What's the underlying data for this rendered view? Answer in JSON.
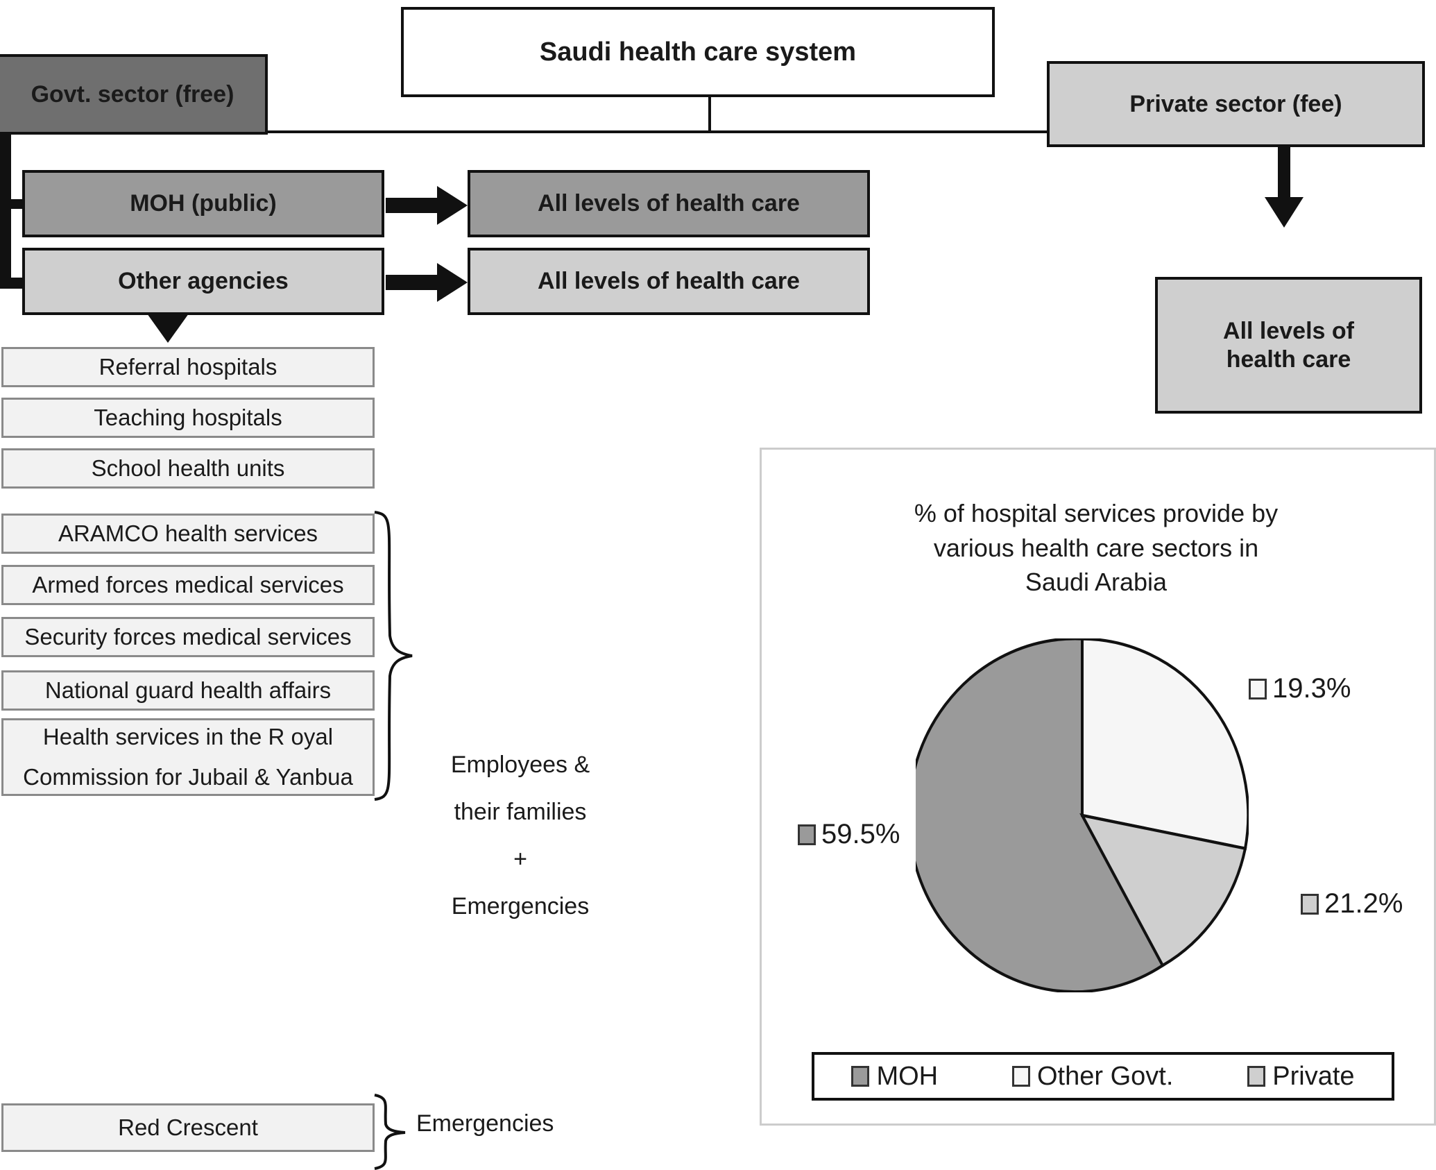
{
  "diagram": {
    "title": "Saudi health care system",
    "root": {
      "label": "Saudi health care system"
    },
    "branches": {
      "govt": {
        "label": "Govt. sector (free)"
      },
      "private": {
        "label": "Private sector (fee)"
      }
    },
    "govt_children": [
      {
        "label": "MOH (public)",
        "target": "All levels of health care"
      },
      {
        "label": "Other agencies",
        "target": "All levels of health care"
      }
    ],
    "private_target": {
      "label": "All levels of\nhealth care",
      "line1": "All levels of",
      "line2": "health care"
    },
    "moh_units": [
      {
        "label": "Referral hospitals"
      },
      {
        "label": "Teaching hospitals"
      },
      {
        "label": "School health units"
      }
    ],
    "other_agencies": [
      {
        "label": "ARAMCO health services"
      },
      {
        "label": "Armed  forces medical  services"
      },
      {
        "label": "Security  forces medical services"
      },
      {
        "label": "National  guard health affairs"
      },
      {
        "label": "Health  services  in the  R oyal",
        "label2": "Commission for Jubail & Yanbua"
      }
    ],
    "emergency_agencies": [
      {
        "label": "Red Crescent"
      }
    ],
    "brace_notes": {
      "agencies_note_line1": "Employees &",
      "agencies_note_line2": "their families",
      "agencies_note_plus": "+",
      "agencies_note_line3": "Emergencies",
      "red_crescent_note": "Emergencies"
    }
  },
  "chart_data": {
    "type": "pie",
    "title": "% of hospital services provide by various health care sectors in Saudi Arabia",
    "title_lines": [
      "% of hospital services provide by",
      "various health care sectors in",
      "Saudi Arabia"
    ],
    "categories": [
      "MOH",
      "Other Govt.",
      "Private"
    ],
    "values": [
      59.5,
      19.3,
      21.2
    ],
    "labels": [
      "59.5%",
      "19.3%",
      "21.2%"
    ],
    "colors": [
      "#9a9a9a",
      "#f2f2f2",
      "#cfcfcf"
    ],
    "legend": [
      {
        "label": "MOH",
        "color": "#9a9a9a"
      },
      {
        "label": "Other Govt.",
        "color": "#f6f6f6"
      },
      {
        "label": "Private",
        "color": "#cfcfcf"
      }
    ],
    "legend_position": "bottom",
    "grid": false,
    "xlabel": "",
    "ylabel": ""
  }
}
